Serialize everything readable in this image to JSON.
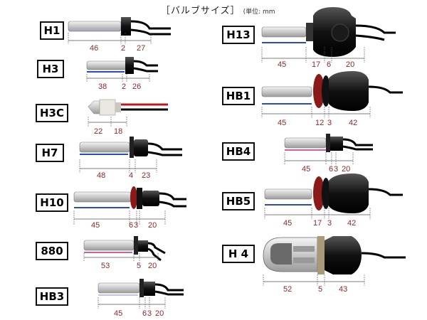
{
  "header": {
    "title": "［バルブサイズ］",
    "unit": "(単位: mm"
  },
  "bulbs": {
    "h1": {
      "label": "H1",
      "dims": [
        "46",
        "2",
        "27"
      ]
    },
    "h3": {
      "label": "H3",
      "dims": [
        "38",
        "2",
        "26"
      ]
    },
    "h3c": {
      "label": "H3C",
      "dims": [
        "22",
        "18"
      ]
    },
    "h7": {
      "label": "H7",
      "dims": [
        "48",
        "4",
        "23"
      ]
    },
    "h10": {
      "label": "H10",
      "dims": [
        "45",
        "6",
        "3",
        "20"
      ]
    },
    "b880": {
      "label": "880",
      "dims": [
        "53",
        "5",
        "20"
      ]
    },
    "hb3": {
      "label": "HB3",
      "dims": [
        "45",
        "6",
        "3",
        "20"
      ]
    },
    "h13": {
      "label": "H13",
      "dims": [
        "45",
        "17",
        "6",
        "20"
      ]
    },
    "hb1": {
      "label": "HB1",
      "dims": [
        "45",
        "12",
        "3",
        "42"
      ]
    },
    "hb4": {
      "label": "HB4",
      "dims": [
        "45",
        "6",
        "3",
        "20"
      ]
    },
    "hb5": {
      "label": "HB5",
      "dims": [
        "45",
        "17",
        "3",
        "42"
      ]
    },
    "h4": {
      "label": "H 4",
      "dims": [
        "52",
        "5",
        "43"
      ]
    }
  },
  "colors": {
    "dimension_text": "#8a2a2a",
    "blue_line": "#2a4cc0",
    "pink_line": "#d0609a"
  }
}
